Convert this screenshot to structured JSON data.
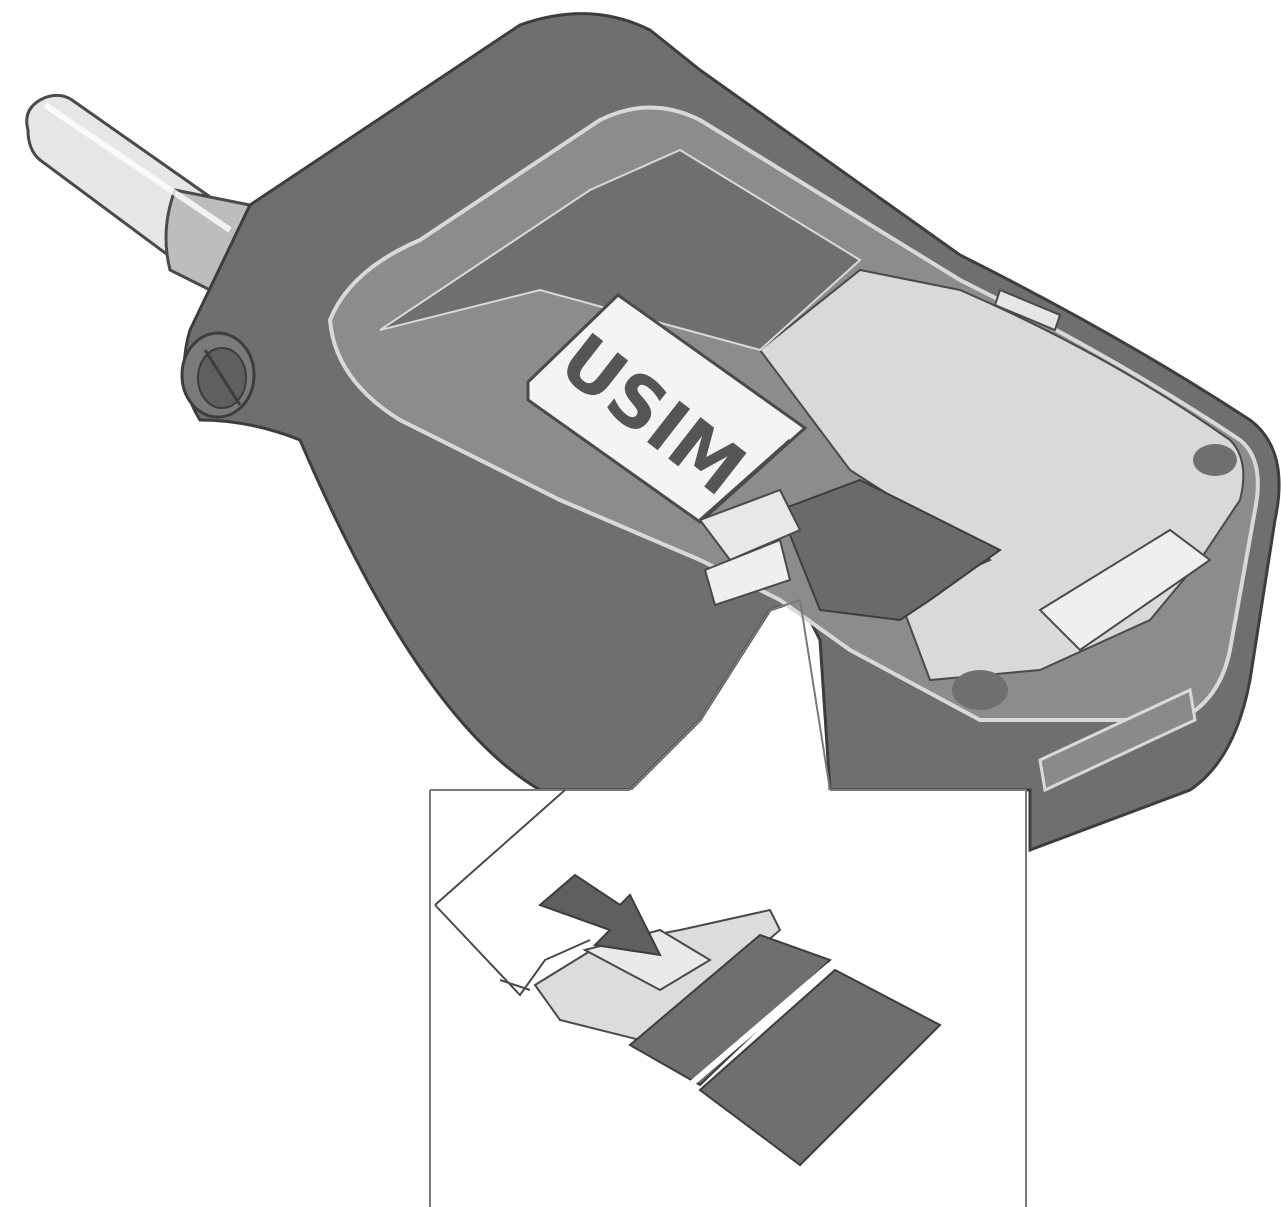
{
  "figure": {
    "card_label": "USIM",
    "colors": {
      "background": "#ffffff",
      "phone_dark": "#6f6f6f",
      "phone_mid": "#8a8a8a",
      "phone_light": "#d9d9d9",
      "outline": "#4a4a4a",
      "card": "#f4f4f4",
      "card_text": "#555555",
      "inset_border": "#7a7a7a"
    },
    "icons": [
      "antenna",
      "hinge",
      "phone-body",
      "usim-card",
      "battery-compartment",
      "card-slot",
      "insert-arrow"
    ]
  }
}
